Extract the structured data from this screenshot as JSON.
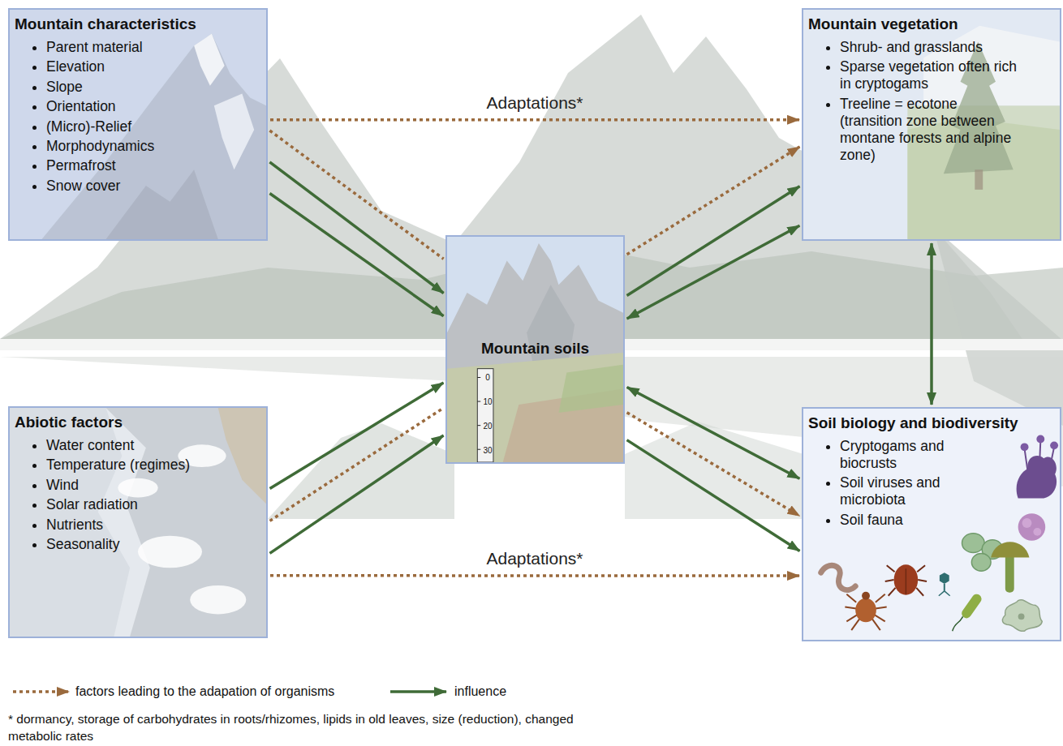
{
  "diagram": {
    "nodes": [
      {
        "text": [
          "Mountain characteristics",
          "Parent material",
          "Elevation",
          "Slope",
          "Orientation",
          "(Micro)-Relief",
          "Morphodynamics",
          "Permafrost",
          "Snow cover"
        ]
      },
      {
        "text": [
          "Mountain vegetation",
          "Shrub- and grasslands",
          "Sparse vegetation often rich in cryptogams",
          "Treeline = ecotone (transition zone between montane forests and alpine zone)"
        ]
      },
      {
        "text": [
          "Mountain soils"
        ]
      },
      {
        "text": [
          "Abiotic factors",
          "Water content",
          "Temperature (regimes)",
          "Wind",
          "Solar radiation",
          "Nutrients",
          "Seasonality"
        ]
      },
      {
        "text": [
          "Soil biology and biodiversity",
          "Cryptogams and biocrusts",
          "Soil viruses and microbiota",
          "Soil fauna"
        ]
      }
    ],
    "edges": [
      {
        "from": 0,
        "to": 1,
        "arrow": "to",
        "label": "Adaptations*"
      },
      {
        "from": 0,
        "to": 2,
        "arrow": "none"
      },
      {
        "from": 0,
        "to": 2,
        "arrow": "to"
      },
      {
        "from": 0,
        "to": 2,
        "arrow": "to"
      },
      {
        "from": 2,
        "to": 1,
        "arrow": "to"
      },
      {
        "from": 2,
        "to": 1,
        "arrow": "to"
      },
      {
        "from": 2,
        "to": 1,
        "arrow": "both"
      },
      {
        "from": 1,
        "to": 4,
        "arrow": "both"
      },
      {
        "from": 3,
        "to": 2,
        "arrow": "to"
      },
      {
        "from": 3,
        "to": 2,
        "arrow": "none"
      },
      {
        "from": 3,
        "to": 2,
        "arrow": "to"
      },
      {
        "from": 3,
        "to": 4,
        "arrow": "to",
        "label": "Adaptations*"
      },
      {
        "from": 2,
        "to": 4,
        "arrow": "both"
      },
      {
        "from": 2,
        "to": 4,
        "arrow": "to"
      },
      {
        "from": 2,
        "to": 4,
        "arrow": "to"
      }
    ],
    "labels": [
      "0",
      "10",
      "20",
      "30",
      "* dormancy, storage of carbohydrates in roots/rhizomes, lipids in old leaves, size (reduction), changed metabolic rates"
    ],
    "legend": [
      {
        "text": "factors leading to the adapation of organisms"
      },
      {
        "text": "influence"
      }
    ]
  }
}
